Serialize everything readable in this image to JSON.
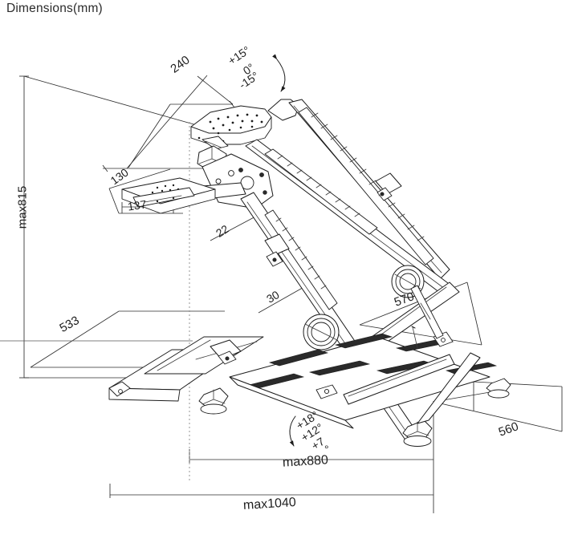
{
  "drawing": {
    "title": "Dimensions(mm)",
    "units": "mm",
    "background_color": "#ffffff",
    "line_color": "#1c1c1c"
  },
  "labels": {
    "height_max": "max815",
    "depth_top": "240",
    "plate_width": "130",
    "plate_depth": "137",
    "base_depth": "533",
    "arm_offset": "22",
    "arm_lower": "30",
    "platform_width": "570",
    "base_width": "560",
    "reach_max_upper": "max880",
    "reach_max_lower": "max1040"
  },
  "angles": {
    "tilt_top_plus": "+15°",
    "tilt_top_zero": "0°",
    "tilt_top_minus": "-15°",
    "tilt_bottom_a": "+18°",
    "tilt_bottom_b": "+12°",
    "tilt_bottom_c": "+7",
    "tilt_bottom_c_deg": "°"
  }
}
